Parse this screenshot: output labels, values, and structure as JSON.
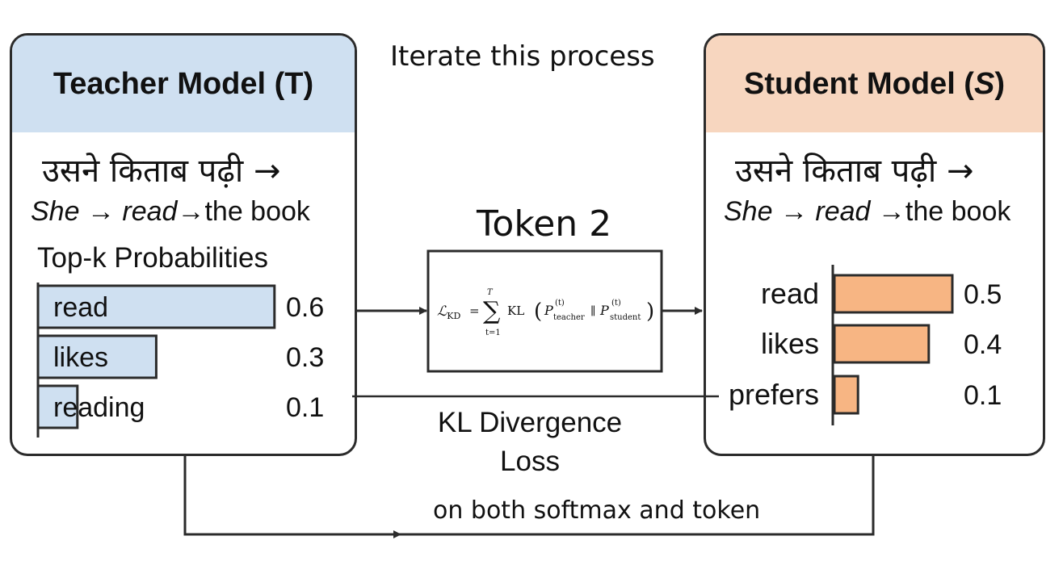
{
  "iterate_label": "Iterate this process",
  "teacher": {
    "title": "Teacher Model (T)",
    "header_color": "#cfe0f1",
    "hindi": "उसने किताब पढ़ी →",
    "seq": {
      "w1": "She",
      "a1": "→",
      "w2": "read",
      "a2": "→",
      "w3": "the book"
    },
    "topk_label": "Top-k Probabilities",
    "bars": [
      {
        "word": "read",
        "value": "0.6"
      },
      {
        "word": "likes",
        "value": "0.3"
      },
      {
        "word": "reading",
        "value": "0.1"
      }
    ]
  },
  "student": {
    "title_prefix": "Student Model (",
    "title_var": "S",
    "title_suffix": ")",
    "header_color": "#f7d6bf",
    "hindi": "उसने किताब पढ़ी →",
    "seq": {
      "w1": "She",
      "a1": "→",
      "w2": "read",
      "a2": "→",
      "w3": "the book"
    },
    "bars": [
      {
        "word": "read",
        "value": "0.5"
      },
      {
        "word": "likes",
        "value": "0.4"
      },
      {
        "word": "prefers",
        "value": "0.1"
      }
    ]
  },
  "center": {
    "token_label": "Token 2",
    "kl_label_line1": "KL Divergence",
    "kl_label_line2": "Loss",
    "bottom_label": "on both softmax and token",
    "formula": {
      "lhs": "ℒ",
      "lhs_sub": "KD",
      "eq": "=",
      "sum": "∑",
      "sum_top": "T",
      "sum_bottom": "t=1",
      "kl": "KL",
      "p": "P",
      "sup": "(t)",
      "sub1": "teacher",
      "sep": "∥",
      "sub2": "student"
    }
  },
  "colors": {
    "teacher_bar": "#cfe0f1",
    "student_bar": "#f7b583",
    "stroke": "#2b2b2b"
  }
}
